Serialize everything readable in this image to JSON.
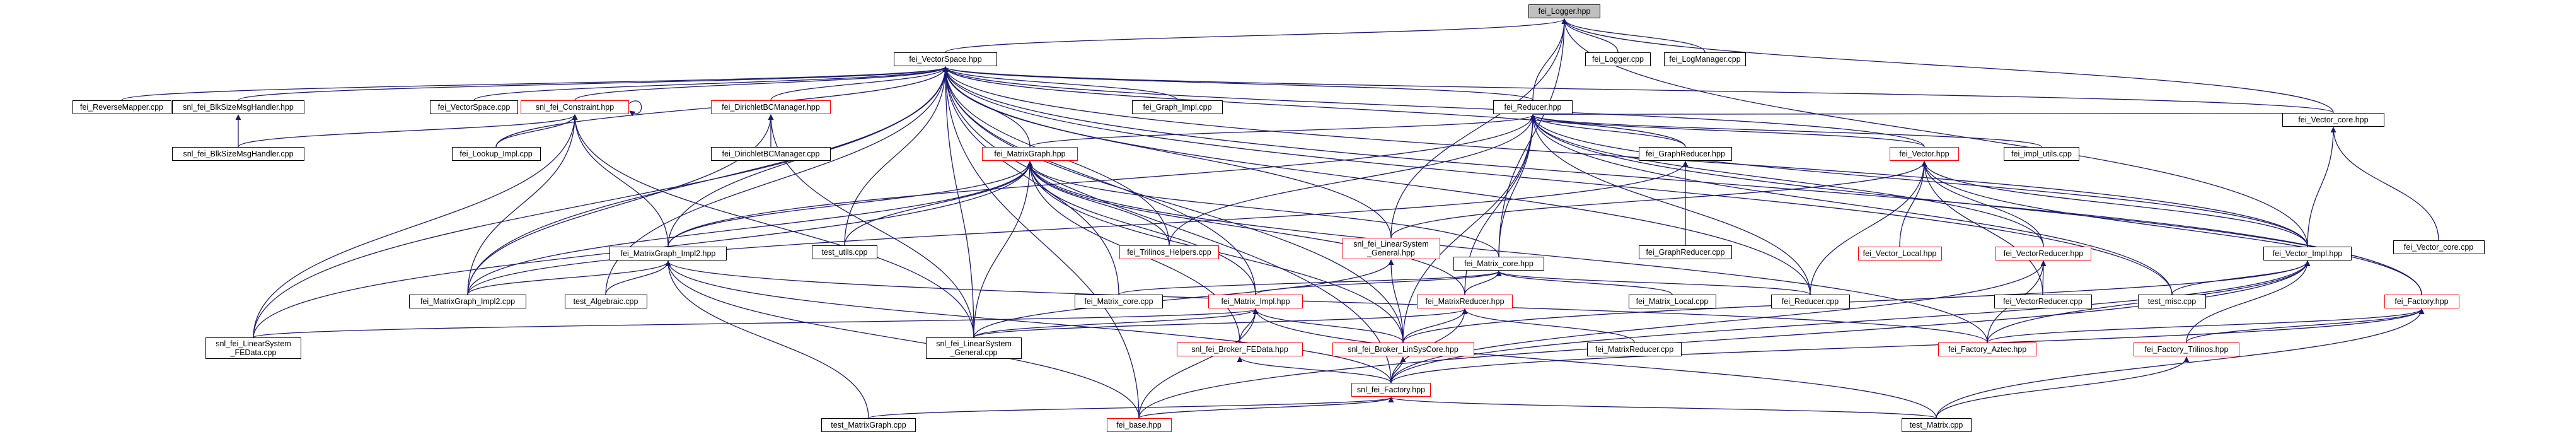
{
  "diagram": {
    "type": "include-dependency-graph",
    "colors": {
      "edge": "#191970",
      "node_border": "#000000",
      "node_border_truncated": "#ff0000",
      "focus_fill": "#bfbfbf",
      "background": "#ffffff"
    },
    "focus_node": "Logger",
    "nodes": {
      "Logger": "fei_Logger.hpp",
      "VectorSpace": "fei_VectorSpace.hpp",
      "LoggerCpp": "fei_Logger.cpp",
      "LogManager": "fei_LogManager.cpp",
      "ReverseMapper": "fei_ReverseMapper.cpp",
      "BlkSizeMsgHandlerHpp": "snl_fei_BlkSizeMsgHandler.hpp",
      "VectorSpaceCpp": "fei_VectorSpace.cpp",
      "Constraint": "snl_fei_Constraint.hpp",
      "DirichletBCManager": "fei_DirichletBCManager.hpp",
      "GraphImpl": "fei_Graph_Impl.cpp",
      "Reducer": "fei_Reducer.hpp",
      "VectorCore": "fei_Vector_core.hpp",
      "BlkSizeMsgHandlerCpp": "snl_fei_BlkSizeMsgHandler.cpp",
      "LookupImpl": "fei_Lookup_Impl.cpp",
      "DirichletBCManagerCpp": "fei_DirichletBCManager.cpp",
      "MatrixGraph": "fei_MatrixGraph.hpp",
      "GraphReducerHpp": "fei_GraphReducer.hpp",
      "VectorHpp": "fei_Vector.hpp",
      "ImplUtils": "fei_impl_utils.cpp",
      "VectorCoreCpp": "fei_Vector_core.cpp",
      "MatrixGraphImpl2Hpp": "fei_MatrixGraph_Impl2.hpp",
      "TestUtils": "test_utils.cpp",
      "TrilinosHelpers": "fei_Trilinos_Helpers.cpp",
      "LinearSystemGeneralHpp": "snl_fei_LinearSystem\n_General.hpp",
      "GraphReducerCpp": "fei_GraphReducer.cpp",
      "VectorLocal": "fei_Vector_Local.hpp",
      "VectorReducerHpp": "fei_VectorReducer.hpp",
      "VectorImpl": "fei_Vector_Impl.hpp",
      "MatrixCoreHpp": "fei_Matrix_core.hpp",
      "MatrixGraphImpl2Cpp": "fei_MatrixGraph_Impl2.cpp",
      "TestAlgebraic": "test_Algebraic.cpp",
      "MatrixCoreCpp": "fei_Matrix_core.cpp",
      "MatrixLocal": "fei_Matrix_Local.cpp",
      "ReducerCpp": "fei_Reducer.cpp",
      "VectorReducerCpp": "fei_VectorReducer.cpp",
      "TestMisc": "test_misc.cpp",
      "FactoryHpp": "fei_Factory.hpp",
      "MatrixImpl": "fei_Matrix_Impl.hpp",
      "MatrixReducerHpp": "fei_MatrixReducer.hpp",
      "LinearSystemFEData": "snl_fei_LinearSystem\n_FEData.cpp",
      "LinearSystemGeneralCpp": "snl_fei_LinearSystem\n_General.cpp",
      "BrokerFEData": "snl_fei_Broker_FEData.hpp",
      "BrokerLinSysCore": "snl_fei_Broker_LinSysCore.hpp",
      "MatrixReducerCpp": "fei_MatrixReducer.cpp",
      "FactoryAztec": "fei_Factory_Aztec.hpp",
      "FactoryTrilinos": "fei_Factory_Trilinos.hpp",
      "SnlFactory": "snl_fei_Factory.hpp",
      "TestMatrixGraph": "test_MatrixGraph.cpp",
      "FeiBase": "fei_base.hpp",
      "TestMatrix": "test_Matrix.cpp"
    }
  }
}
